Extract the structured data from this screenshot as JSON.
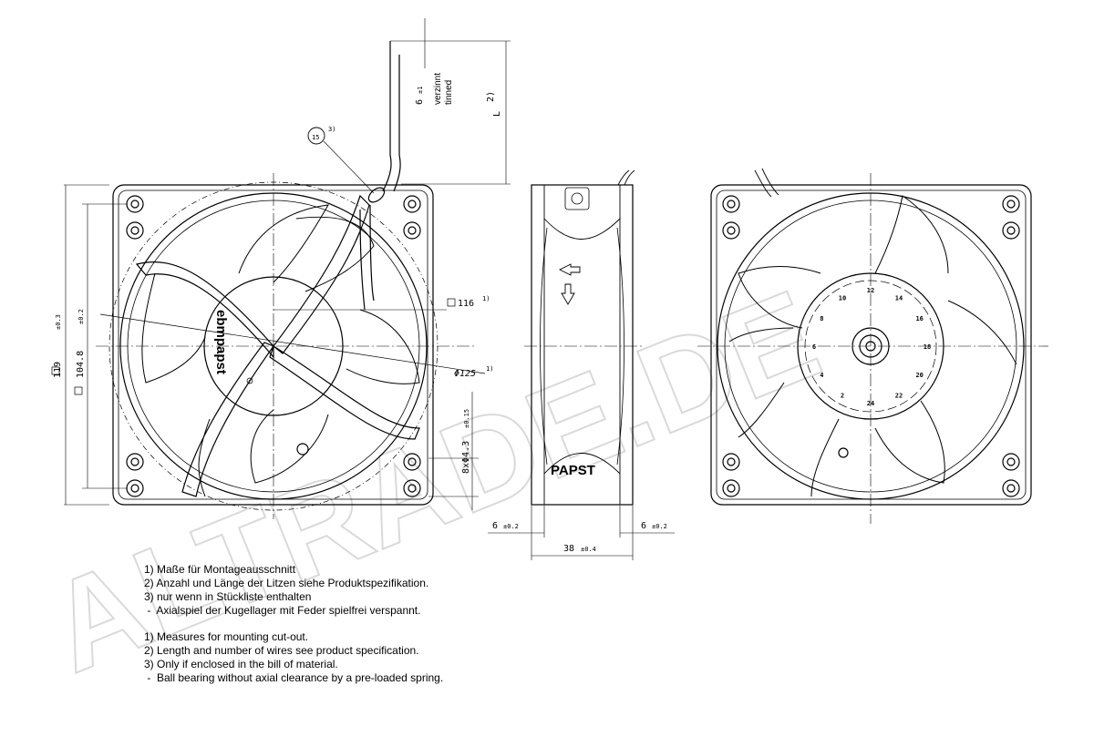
{
  "watermark": "ALTRADE.DE",
  "brand": "ebmpapst",
  "side_brand": "PAPST",
  "dimensions": {
    "lead_stripped": "6",
    "lead_tol": "±1",
    "verzinnt": "verzinnt",
    "tinned": "tinned",
    "length": "L",
    "length_ref": "2)",
    "callout": "15",
    "callout_ref": "3)",
    "square_outer": "119",
    "square_outer_tol": "±0.3",
    "square_hole": "104.8",
    "square_hole_tol": "±0.2",
    "cutout": "116",
    "cutout_ref": "1)",
    "cutout_dia": "Φ125",
    "cutout_dia_ref": "1)",
    "holes": "8xΦ4.3",
    "holes_tol": "±0.15",
    "flange_left": "6",
    "flange_left_tol": "±0.2",
    "flange_right": "6",
    "flange_right_tol": "±0.2",
    "depth": "38",
    "depth_tol": "±0.4"
  },
  "small_mark": "c",
  "scale_numbers": [
    "6",
    "8",
    "10",
    "12",
    "14",
    "16",
    "18",
    "20",
    "22",
    "24",
    "2",
    "4"
  ],
  "notes_de": [
    "1) Maße für Montageausschnitt",
    "2) Anzahl und Länge der Litzen siehe Produktspezifikation.",
    "3) nur wenn in Stückliste enthalten",
    " -  Axialspiel der Kugellager mit Feder spielfrei verspannt."
  ],
  "notes_en": [
    "1) Measures for mounting cut-out.",
    "2) Length and number of wires see product specification.",
    "3) Only if enclosed in the bill of material.",
    " -  Ball bearing without axial clearance by a pre-loaded spring."
  ]
}
